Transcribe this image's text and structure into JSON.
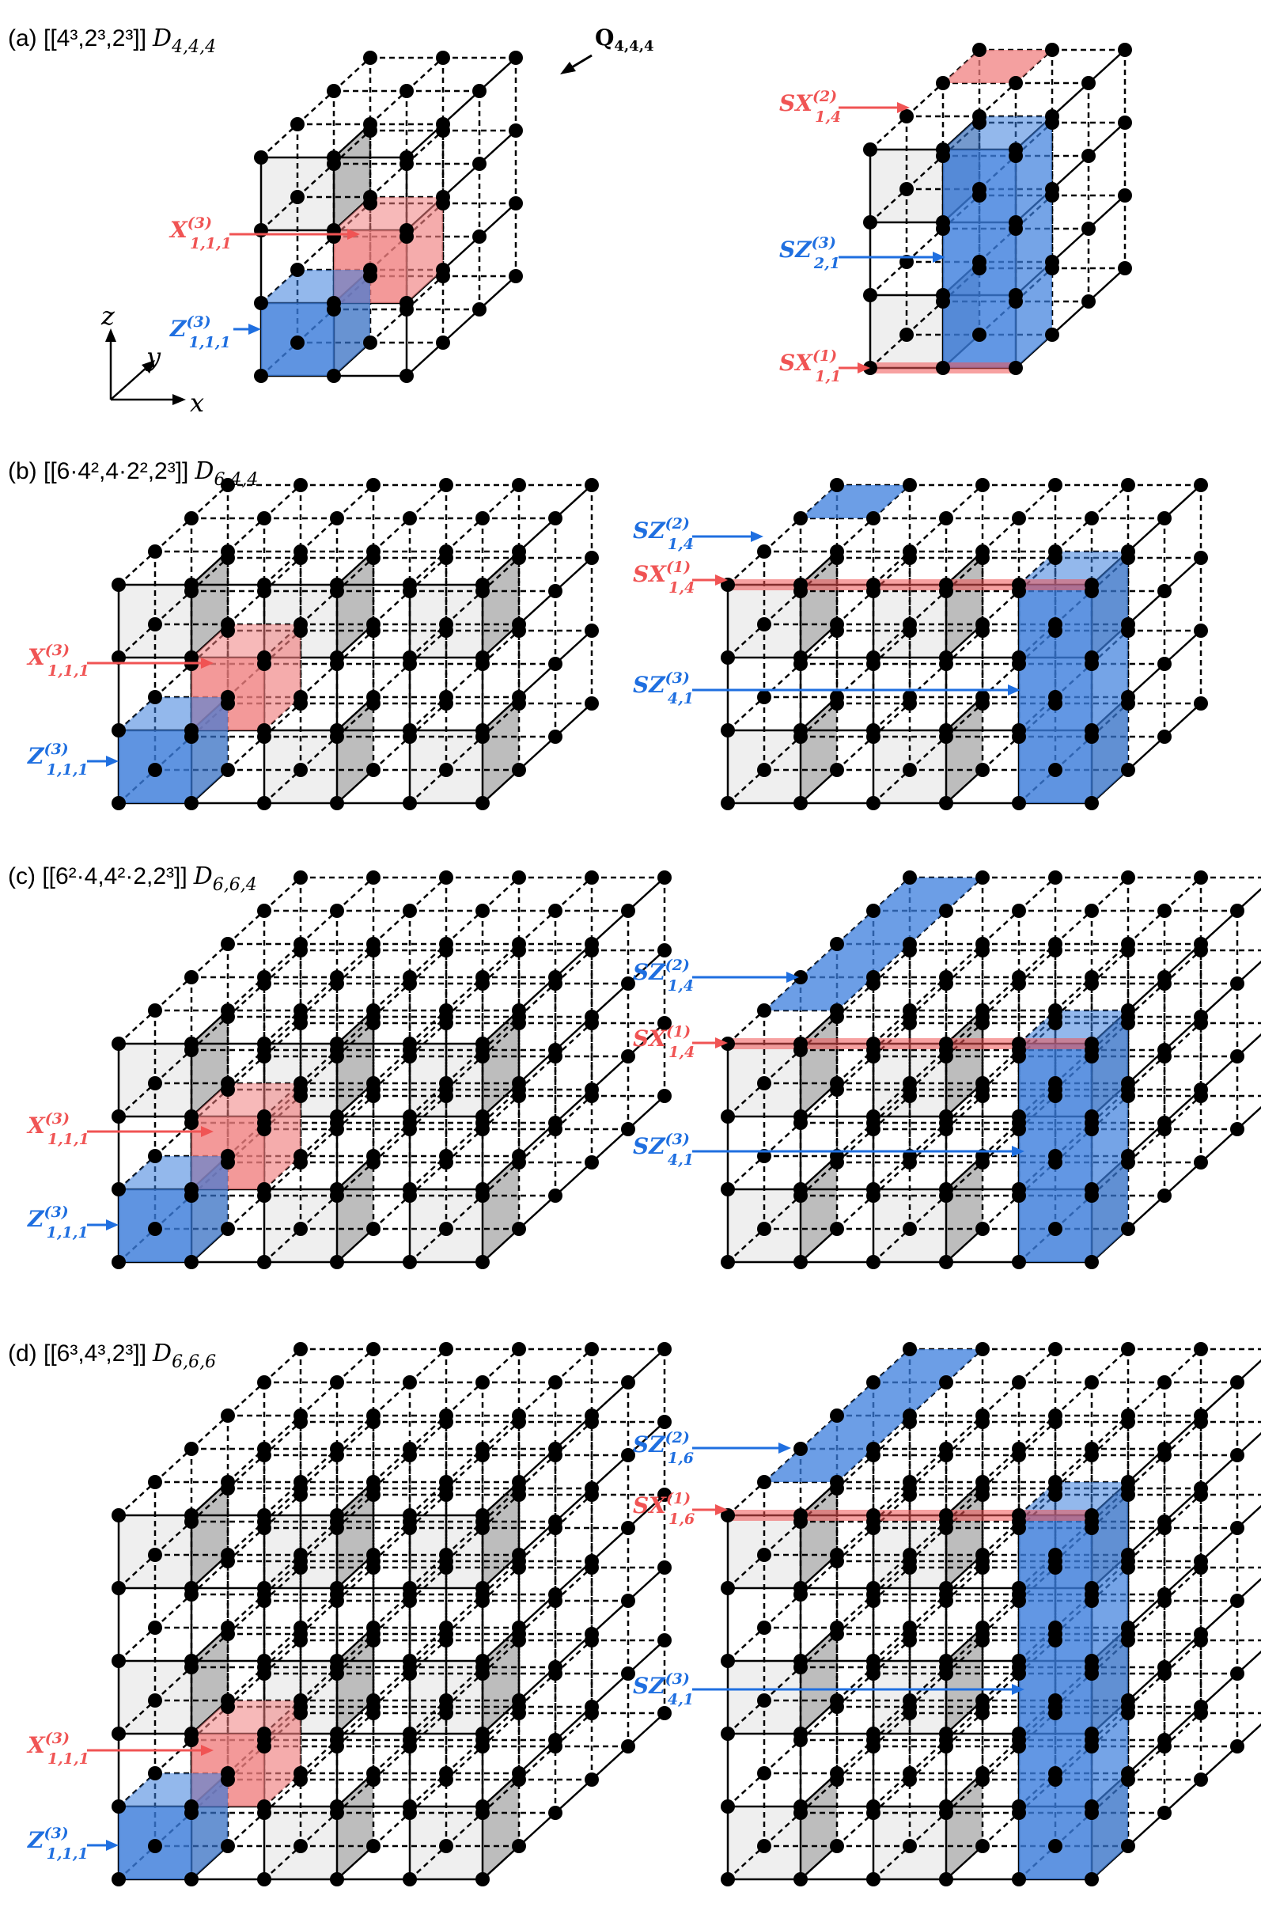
{
  "panels": [
    {
      "id": "a",
      "title_prefix": "(a) [[4",
      "title_full": "(a) [[4³,2³,2³]] D4,4,4",
      "dims": [
        4,
        4,
        4
      ],
      "corner_label": "Q4,4,4",
      "left": {
        "x_label": {
          "main": "X",
          "sup": "(3)",
          "sub": "1,1,1"
        },
        "z_label": {
          "main": "Z",
          "sup": "(3)",
          "sub": "1,1,1"
        }
      },
      "right": {
        "labels": [
          {
            "main": "SX",
            "sup": "(2)",
            "sub": "1,4",
            "color": "red"
          },
          {
            "main": "SZ",
            "sup": "(3)",
            "sub": "2,1",
            "color": "blue"
          },
          {
            "main": "SX",
            "sup": "(1)",
            "sub": "1,1",
            "color": "red"
          }
        ]
      }
    },
    {
      "id": "b",
      "title_full": "(b) [[6·4²,4·2²,2³]] D6,4,4",
      "dims": [
        6,
        4,
        4
      ],
      "left": {
        "x_label": {
          "main": "X",
          "sup": "(3)",
          "sub": "1,1,1"
        },
        "z_label": {
          "main": "Z",
          "sup": "(3)",
          "sub": "1,1,1"
        }
      },
      "right": {
        "labels": [
          {
            "main": "SZ",
            "sup": "(2)",
            "sub": "1,4",
            "color": "blue"
          },
          {
            "main": "SX",
            "sup": "(1)",
            "sub": "1,4",
            "color": "red"
          },
          {
            "main": "SZ",
            "sup": "(3)",
            "sub": "4,1",
            "color": "blue"
          }
        ]
      }
    },
    {
      "id": "c",
      "title_full": "(c) [[6²·4,4²·2,2³]] D6,6,4",
      "dims": [
        6,
        6,
        4
      ],
      "left": {
        "x_label": {
          "main": "X",
          "sup": "(3)",
          "sub": "1,1,1"
        },
        "z_label": {
          "main": "Z",
          "sup": "(3)",
          "sub": "1,1,1"
        }
      },
      "right": {
        "labels": [
          {
            "main": "SZ",
            "sup": "(2)",
            "sub": "1,4",
            "color": "blue"
          },
          {
            "main": "SX",
            "sup": "(1)",
            "sub": "1,4",
            "color": "red"
          },
          {
            "main": "SZ",
            "sup": "(3)",
            "sub": "4,1",
            "color": "blue"
          }
        ]
      }
    },
    {
      "id": "d",
      "title_full": "(d) [[6³,4³,2³]] D6,6,6",
      "dims": [
        6,
        6,
        6
      ],
      "left": {
        "x_label": {
          "main": "X",
          "sup": "(3)",
          "sub": "1,1,1"
        },
        "z_label": {
          "main": "Z",
          "sup": "(3)",
          "sub": "1,1,1"
        }
      },
      "right": {
        "labels": [
          {
            "main": "SZ",
            "sup": "(2)",
            "sub": "1,6",
            "color": "blue"
          },
          {
            "main": "SX",
            "sup": "(1)",
            "sub": "1,6",
            "color": "red"
          },
          {
            "main": "SZ",
            "sup": "(3)",
            "sub": "4,1",
            "color": "blue"
          }
        ]
      }
    }
  ],
  "titles": {
    "a": {
      "code": "[[4³,2³,2³]]",
      "D": "D",
      "sub": "4,4,4"
    },
    "b": {
      "code": "[[6·4²,4·2²,2³]]",
      "D": "D",
      "sub": "6,4,4"
    },
    "c": {
      "code": "[[6²·4,4²·2,2³]]",
      "D": "D",
      "sub": "6,6,4"
    },
    "d": {
      "code": "[[6³,4³,2³]]",
      "D": "D",
      "sub": "6,6,6"
    }
  },
  "axes": {
    "x": "x",
    "y": "y",
    "z": "z"
  },
  "colors": {
    "red": "#f05454",
    "red_fill": "#f08080",
    "blue": "#1f6fe0",
    "blue_fill": "#3b7ddd",
    "node": "#000000",
    "face_light": "#efefef",
    "face_dark": "#bdbdbd"
  }
}
